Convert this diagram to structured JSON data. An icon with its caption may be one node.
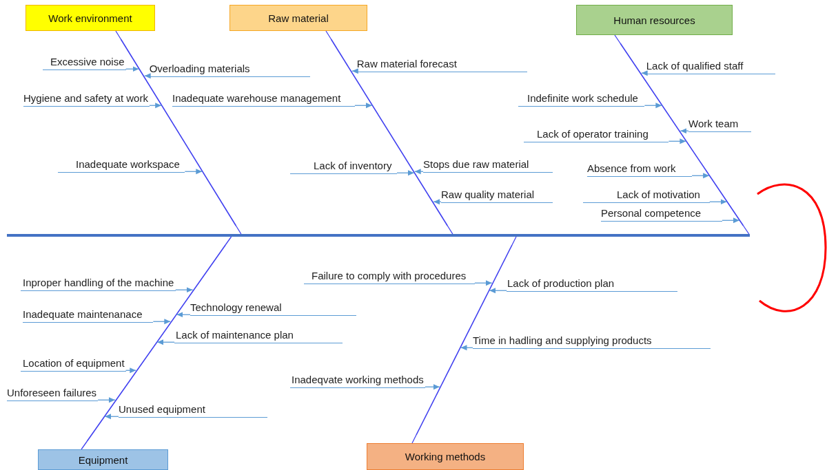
{
  "diagram": {
    "nodes": [
      {
        "text": [
          "Work environment"
        ]
      },
      {
        "text": [
          "Excessive noise"
        ]
      },
      {
        "text": [
          "Overloading materials"
        ]
      },
      {
        "text": [
          "Hygiene and safety at work"
        ]
      },
      {
        "text": [
          "Inadequate workspace"
        ]
      },
      {
        "text": [
          "Raw material"
        ]
      },
      {
        "text": [
          "Raw material forecast"
        ]
      },
      {
        "text": [
          "Inadequate warehouse management"
        ]
      },
      {
        "text": [
          "Lack of inventory"
        ]
      },
      {
        "text": [
          "Stops due raw material"
        ]
      },
      {
        "text": [
          "Raw quality material"
        ]
      },
      {
        "text": [
          "Human resources"
        ]
      },
      {
        "text": [
          "Lack of qualified staff"
        ]
      },
      {
        "text": [
          "Indefinite work schedule"
        ]
      },
      {
        "text": [
          "Work team"
        ]
      },
      {
        "text": [
          "Lack of operator training"
        ]
      },
      {
        "text": [
          "Absence from work"
        ]
      },
      {
        "text": [
          "Lack of motivation"
        ]
      },
      {
        "text": [
          "Personal competence"
        ]
      },
      {
        "text": [
          "Equipment"
        ]
      },
      {
        "text": [
          "Inproper handling of the machine"
        ]
      },
      {
        "text": [
          "Inadequate maintenanace"
        ]
      },
      {
        "text": [
          "Technology renewal"
        ]
      },
      {
        "text": [
          "Lack of maintenance plan"
        ]
      },
      {
        "text": [
          "Location of equipment"
        ]
      },
      {
        "text": [
          "Unforeseen failures"
        ]
      },
      {
        "text": [
          "Unused equipment"
        ]
      },
      {
        "text": [
          "Working methods"
        ]
      },
      {
        "text": [
          "Failure to comply with procedures"
        ]
      },
      {
        "text": [
          "Lack of production plan"
        ]
      },
      {
        "text": [
          "Time in hadling and supplying products"
        ]
      },
      {
        "text": [
          "Inadeqvate working methods"
        ]
      },
      {
        "text": [],
        "shape": "bar"
      },
      {
        "text": [],
        "shape": "arc"
      },
      {
        "text": [],
        "shape": "line"
      },
      {
        "text": [],
        "shape": "line"
      },
      {
        "text": [],
        "shape": "line"
      },
      {
        "text": [],
        "shape": "line"
      },
      {
        "text": [],
        "shape": "line"
      }
    ],
    "edges": [
      {
        "from": 0,
        "to": 34,
        "arrow": "none",
        "color": "#3f3ff0"
      },
      {
        "from": 5,
        "to": 35,
        "arrow": "none",
        "color": "#3f3ff0"
      },
      {
        "from": 11,
        "to": 36,
        "arrow": "none",
        "color": "#3f3ff0"
      },
      {
        "from": 19,
        "to": 37,
        "arrow": "none",
        "color": "#3f3ff0"
      },
      {
        "from": 27,
        "to": 38,
        "arrow": "none",
        "color": "#3f3ff0"
      },
      {
        "from": 34,
        "to": 32,
        "arrow": "none",
        "color": "#3f3ff0"
      },
      {
        "from": 35,
        "to": 32,
        "arrow": "none",
        "color": "#3f3ff0"
      },
      {
        "from": 36,
        "to": 32,
        "arrow": "none",
        "color": "#3f3ff0"
      },
      {
        "from": 37,
        "to": 32,
        "arrow": "none",
        "color": "#3f3ff0"
      },
      {
        "from": 38,
        "to": 32,
        "arrow": "none",
        "color": "#3f3ff0"
      },
      {
        "from": 1,
        "to": 34,
        "arrow": "to"
      },
      {
        "from": 2,
        "to": 34,
        "arrow": "to"
      },
      {
        "from": 3,
        "to": 34,
        "arrow": "to"
      },
      {
        "from": 4,
        "to": 34,
        "arrow": "to"
      },
      {
        "from": 6,
        "to": 35,
        "arrow": "to"
      },
      {
        "from": 7,
        "to": 35,
        "arrow": "to"
      },
      {
        "from": 8,
        "to": 35,
        "arrow": "to"
      },
      {
        "from": 9,
        "to": 35,
        "arrow": "to"
      },
      {
        "from": 10,
        "to": 35,
        "arrow": "to"
      },
      {
        "from": 12,
        "to": 36,
        "arrow": "to"
      },
      {
        "from": 13,
        "to": 36,
        "arrow": "to"
      },
      {
        "from": 14,
        "to": 36,
        "arrow": "to"
      },
      {
        "from": 15,
        "to": 36,
        "arrow": "to"
      },
      {
        "from": 16,
        "to": 36,
        "arrow": "to"
      },
      {
        "from": 17,
        "to": 36,
        "arrow": "to"
      },
      {
        "from": 18,
        "to": 36,
        "arrow": "to"
      },
      {
        "from": 20,
        "to": 37,
        "arrow": "to"
      },
      {
        "from": 21,
        "to": 37,
        "arrow": "to"
      },
      {
        "from": 22,
        "to": 37,
        "arrow": "to"
      },
      {
        "from": 23,
        "to": 37,
        "arrow": "to"
      },
      {
        "from": 24,
        "to": 37,
        "arrow": "to"
      },
      {
        "from": 25,
        "to": 37,
        "arrow": "to"
      },
      {
        "from": 26,
        "to": 37,
        "arrow": "to"
      },
      {
        "from": 28,
        "to": 38,
        "arrow": "to"
      },
      {
        "from": 29,
        "to": 38,
        "arrow": "to"
      },
      {
        "from": 30,
        "to": 38,
        "arrow": "to"
      },
      {
        "from": 31,
        "to": 38,
        "arrow": "to"
      }
    ]
  }
}
